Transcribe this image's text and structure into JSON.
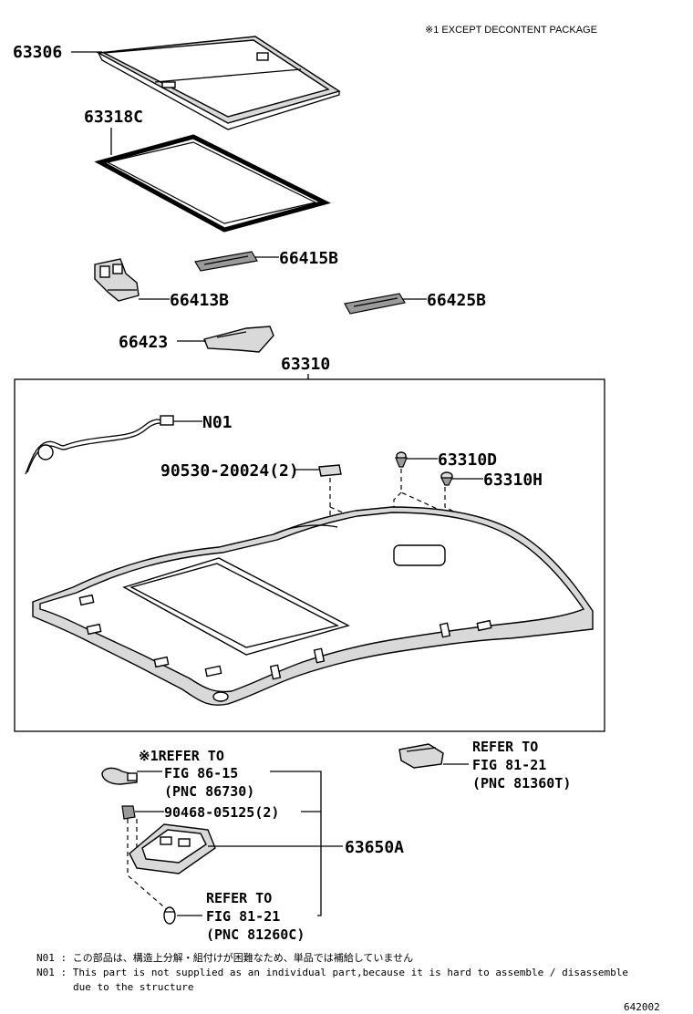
{
  "header_note": "※1   EXCEPT DECONTENT PACKAGE",
  "parts": {
    "p63306": "63306",
    "p63318C": "63318C",
    "p66415B": "66415B",
    "p66413B": "66413B",
    "p66425B": "66425B",
    "p66423": "66423",
    "p63310": "63310",
    "pN01": "N01",
    "p90530": "90530-20024(2)",
    "p63310D": "63310D",
    "p63310H": "63310H",
    "p90468": "90468-05125(2)",
    "p63650A": "63650A"
  },
  "refs": {
    "ref1": {
      "line1": "※1REFER TO",
      "line2": "FIG 86-15",
      "line3": "(PNC 86730)"
    },
    "ref2": {
      "line1": "REFER TO",
      "line2": "FIG 81-21",
      "line3": "(PNC 81360T)"
    },
    "ref3": {
      "line1": "REFER TO",
      "line2": "FIG 81-21",
      "line3": "(PNC 81260C)"
    }
  },
  "notes": {
    "jp": "N01 : この部品は、構造上分解・組付けが困難なため、単品では補給していません",
    "en1": "N01 : This part is not supplied as an individual part,because it is hard to assemble / disassemble",
    "en2": "due to the structure"
  },
  "figure_id": "642002"
}
